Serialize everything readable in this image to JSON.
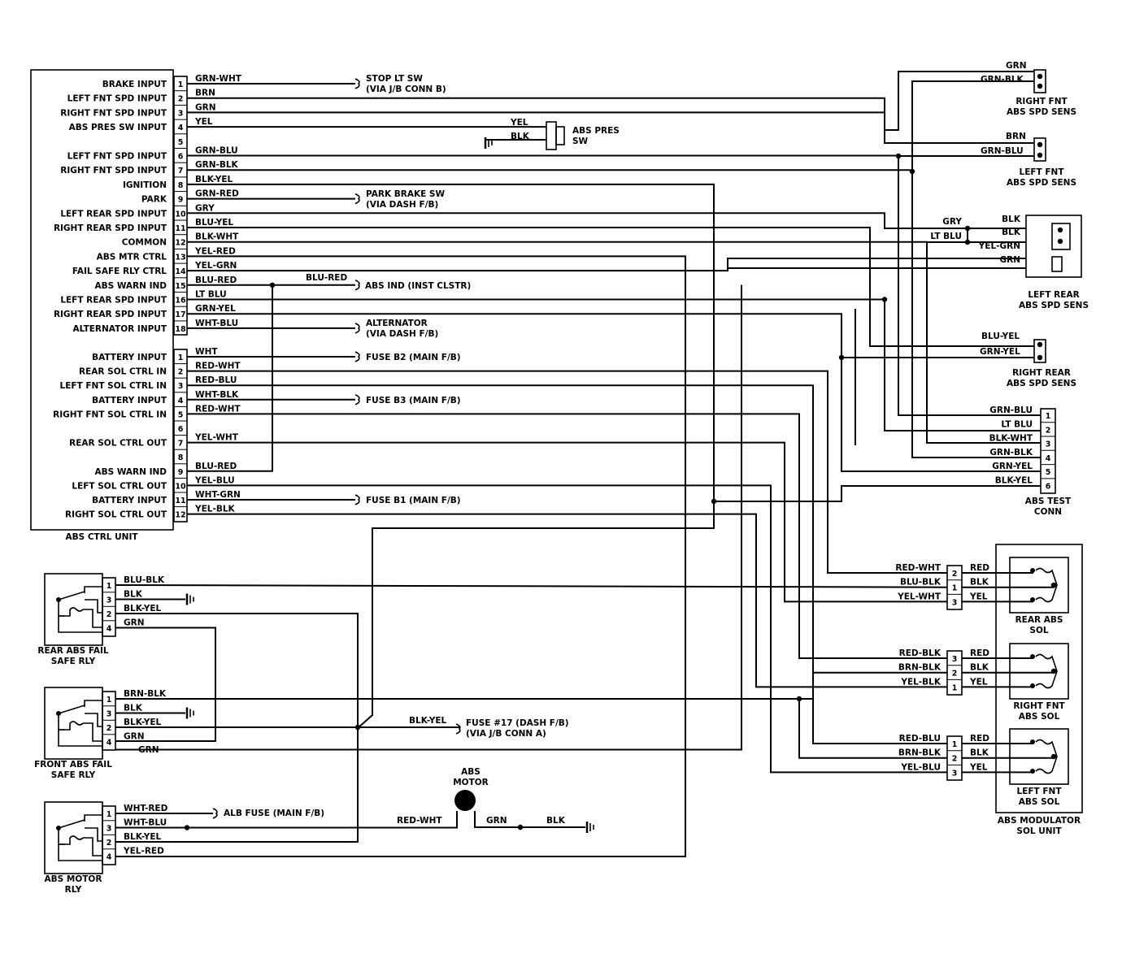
{
  "ecu": {
    "title": "ABS CTRL UNIT",
    "a_inputs": [
      {
        "pin": "1",
        "label": "BRAKE INPUT",
        "wire": "GRN-WHT"
      },
      {
        "pin": "2",
        "label": "LEFT FNT SPD INPUT",
        "wire": "BRN"
      },
      {
        "pin": "3",
        "label": "RIGHT FNT SPD INPUT",
        "wire": "GRN"
      },
      {
        "pin": "4",
        "label": "ABS PRES SW INPUT",
        "wire": "YEL"
      },
      {
        "pin": "5",
        "label": "",
        "wire": ""
      },
      {
        "pin": "6",
        "label": "LEFT FNT SPD INPUT",
        "wire": "GRN-BLU"
      },
      {
        "pin": "7",
        "label": "RIGHT FNT SPD INPUT",
        "wire": "GRN-BLK"
      },
      {
        "pin": "8",
        "label": "IGNITION",
        "wire": "BLK-YEL"
      },
      {
        "pin": "9",
        "label": "PARK",
        "wire": "GRN-RED"
      },
      {
        "pin": "10",
        "label": "LEFT REAR SPD INPUT",
        "wire": "GRY"
      },
      {
        "pin": "11",
        "label": "RIGHT REAR SPD INPUT",
        "wire": "BLU-YEL"
      },
      {
        "pin": "12",
        "label": "COMMON",
        "wire": "BLK-WHT"
      },
      {
        "pin": "13",
        "label": "ABS MTR CTRL",
        "wire": "YEL-RED"
      },
      {
        "pin": "14",
        "label": "FAIL SAFE RLY CTRL",
        "wire": "YEL-GRN"
      },
      {
        "pin": "15",
        "label": "ABS WARN IND",
        "wire": "BLU-RED"
      },
      {
        "pin": "16",
        "label": "LEFT REAR SPD INPUT",
        "wire": "LT BLU"
      },
      {
        "pin": "17",
        "label": "RIGHT REAR SPD INPUT",
        "wire": "GRN-YEL"
      },
      {
        "pin": "18",
        "label": "ALTERNATOR INPUT",
        "wire": "WHT-BLU"
      }
    ],
    "b_inputs": [
      {
        "pin": "1",
        "label": "BATTERY INPUT",
        "wire": "WHT"
      },
      {
        "pin": "2",
        "label": "REAR SOL CTRL IN",
        "wire": "RED-WHT"
      },
      {
        "pin": "3",
        "label": "LEFT FNT SOL CTRL IN",
        "wire": "RED-BLU"
      },
      {
        "pin": "4",
        "label": "BATTERY INPUT",
        "wire": "WHT-BLK"
      },
      {
        "pin": "5",
        "label": "RIGHT FNT SOL CTRL IN",
        "wire": "RED-WHT"
      },
      {
        "pin": "6",
        "label": "",
        "wire": ""
      },
      {
        "pin": "7",
        "label": "REAR SOL CTRL OUT",
        "wire": "YEL-WHT"
      },
      {
        "pin": "8",
        "label": "",
        "wire": ""
      },
      {
        "pin": "9",
        "label": "ABS WARN IND",
        "wire": "BLU-RED"
      },
      {
        "pin": "10",
        "label": "LEFT SOL CTRL OUT",
        "wire": "YEL-BLU"
      },
      {
        "pin": "11",
        "label": "BATTERY INPUT",
        "wire": "WHT-GRN"
      },
      {
        "pin": "12",
        "label": "RIGHT SOL CTRL OUT",
        "wire": "YEL-BLK"
      }
    ]
  },
  "destinations": {
    "stop_lt_sw": [
      "STOP LT SW",
      "(VIA J/B CONN B)"
    ],
    "park_brake_sw": [
      "PARK BRAKE SW",
      "(VIA DASH F/B)"
    ],
    "abs_ind": "ABS IND (INST CLSTR)",
    "abs_ind_wire": "BLU-RED",
    "alternator": [
      "ALTERNATOR",
      "(VIA DASH F/B)"
    ],
    "fuse_b2": "FUSE B2 (MAIN F/B)",
    "fuse_b3": "FUSE B3 (MAIN F/B)",
    "fuse_b1": "FUSE B1 (MAIN F/B)",
    "fuse_17": [
      "FUSE #17 (DASH F/B)",
      "(VIA J/B CONN A)"
    ],
    "fuse_17_wire": "BLK-YEL",
    "alb_fuse": "ALB FUSE (MAIN F/B)"
  },
  "abs_pres_sw": {
    "title": [
      "ABS PRES",
      "SW"
    ],
    "wires": [
      "YEL",
      "BLK"
    ]
  },
  "right_fnt_sens": {
    "title": [
      "RIGHT FNT",
      "ABS SPD SENS"
    ],
    "wires": [
      "GRN",
      "GRN-BLK"
    ]
  },
  "left_fnt_sens": {
    "title": [
      "LEFT FNT",
      "ABS SPD SENS"
    ],
    "wires": [
      "BRN",
      "GRN-BLU"
    ]
  },
  "left_rear_sens": {
    "title": [
      "LEFT REAR",
      "ABS SPD SENS"
    ],
    "left_wires": [
      "GRY",
      "LT BLU"
    ],
    "wires": [
      "BLK",
      "BLK",
      "YEL-GRN",
      "GRN"
    ]
  },
  "right_rear_sens": {
    "title": [
      "RIGHT REAR",
      "ABS SPD SENS"
    ],
    "wires": [
      "BLU-YEL",
      "GRN-YEL"
    ]
  },
  "test_conn": {
    "title": [
      "ABS TEST",
      "CONN"
    ],
    "wires": [
      "GRN-BLU",
      "LT BLU",
      "BLK-WHT",
      "GRN-BLK",
      "GRN-YEL",
      "BLK-YEL"
    ],
    "pins": [
      "1",
      "2",
      "3",
      "4",
      "5",
      "6"
    ]
  },
  "rear_sol": {
    "title": [
      "REAR ABS",
      "SOL"
    ],
    "left_wires": [
      "RED-WHT",
      "BLU-BLK",
      "YEL-WHT"
    ],
    "pins": [
      "2",
      "1",
      "3"
    ],
    "right_wires": [
      "RED",
      "BLK",
      "YEL"
    ]
  },
  "right_fnt_sol": {
    "title": [
      "RIGHT FNT",
      "ABS SOL"
    ],
    "left_wires": [
      "RED-BLK",
      "BRN-BLK",
      "YEL-BLK"
    ],
    "pins": [
      "3",
      "2",
      "1"
    ],
    "right_wires": [
      "RED",
      "BLK",
      "YEL"
    ]
  },
  "left_fnt_sol": {
    "title": [
      "LEFT FNT",
      "ABS SOL"
    ],
    "left_wires": [
      "RED-BLU",
      "BRN-BLK",
      "YEL-BLU"
    ],
    "pins": [
      "1",
      "2",
      "3"
    ],
    "right_wires": [
      "RED",
      "BLK",
      "YEL"
    ]
  },
  "modulator": {
    "title": [
      "ABS MODULATOR",
      "SOL UNIT"
    ]
  },
  "rear_fail_rly": {
    "title": [
      "REAR ABS FAIL",
      "SAFE RLY"
    ],
    "pins": [
      "1",
      "3",
      "2",
      "4"
    ],
    "wires": [
      "BLU-BLK",
      "BLK",
      "BLK-YEL",
      "GRN"
    ]
  },
  "front_fail_rly": {
    "title": [
      "FRONT ABS FAIL",
      "SAFE RLY"
    ],
    "pins": [
      "1",
      "3",
      "2",
      "4"
    ],
    "wires": [
      "BRN-BLK",
      "BLK",
      "BLK-YEL",
      "GRN"
    ],
    "extra_wire": "GRN"
  },
  "motor_rly": {
    "title": [
      "ABS MOTOR",
      "RLY"
    ],
    "pins": [
      "1",
      "3",
      "2",
      "4"
    ],
    "wires": [
      "WHT-RED",
      "WHT-BLU",
      "BLK-YEL",
      "YEL-RED"
    ]
  },
  "abs_motor": {
    "title": [
      "ABS",
      "MOTOR"
    ],
    "wires": [
      "RED-WHT",
      "GRN",
      "BLK"
    ]
  }
}
